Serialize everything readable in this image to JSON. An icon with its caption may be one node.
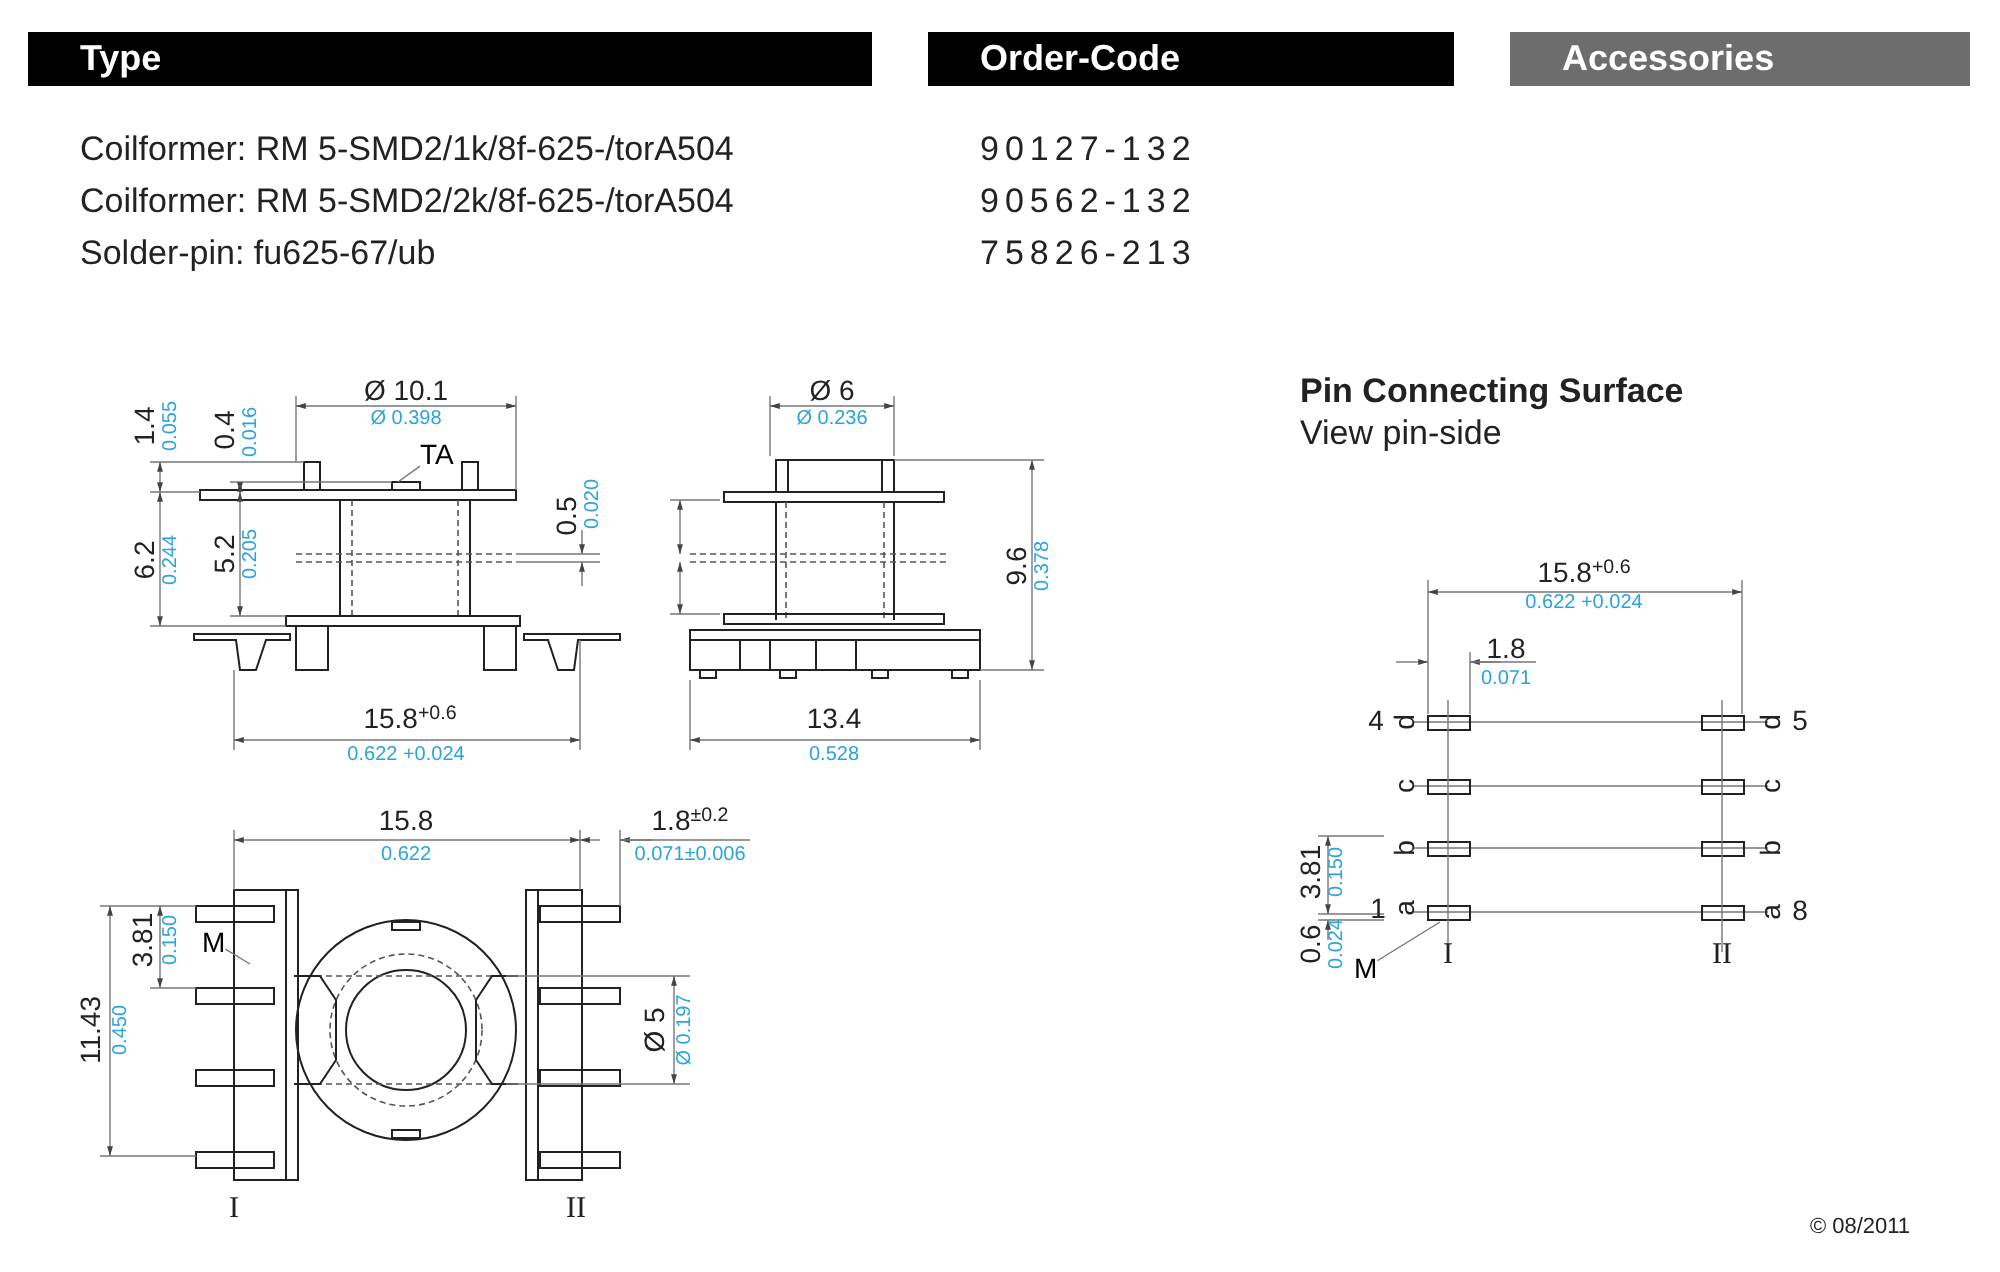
{
  "diagram": {
    "nodes": [
      {
        "text": [
          "Type"
        ]
      },
      {
        "text": [
          "Order-Code"
        ]
      },
      {
        "text": [
          "Accessories"
        ]
      },
      {
        "text": [
          "TA"
        ]
      },
      {
        "text": [
          "M"
        ]
      },
      {
        "text": [
          "M"
        ]
      }
    ],
    "edges": [
      {
        "from": 3,
        "to": null,
        "arrow": "none"
      },
      {
        "from": 4,
        "to": null,
        "arrow": "none"
      },
      {
        "from": 5,
        "to": null,
        "arrow": "none"
      }
    ],
    "labels": [
      "Coilformer: RM 5-SMD2/1k/8f-625-/torA504",
      "90127-132",
      "Coilformer: RM 5-SMD2/2k/8f-625-/torA504",
      "90562-132",
      "Solder-pin: fu625-67/ub",
      "75826-213",
      "Pin Connecting Surface",
      "View pin-side",
      "Ø 10.1",
      "Ø 0.398",
      "1.4",
      "0.055",
      "0.4",
      "0.016",
      "0.5",
      "0.020",
      "6.2",
      "0.244",
      "5.2",
      "0.205",
      "15.8$^{+0.6}$",
      "0.622 +0.024",
      "Ø 6",
      "Ø 0.236",
      "9.6",
      "0.378",
      "13.4",
      "0.528",
      "15.8",
      "0.622",
      "1.8$^{±0.2}$",
      "0.071±0.006",
      "3.81",
      "0.150",
      "11.43",
      "0.450",
      "Ø 5",
      "Ø 0.197",
      "I",
      "II",
      "15.8$^{+0.6}$",
      "0.622 +0.024",
      "1.8",
      "0.071",
      "4",
      "d",
      "d",
      "5",
      "c",
      "c",
      "b",
      "b",
      "3.81",
      "0.150",
      "1",
      "a",
      "a",
      "8",
      "0.6",
      "0.024",
      "I",
      "II",
      "© 08/2011"
    ]
  }
}
